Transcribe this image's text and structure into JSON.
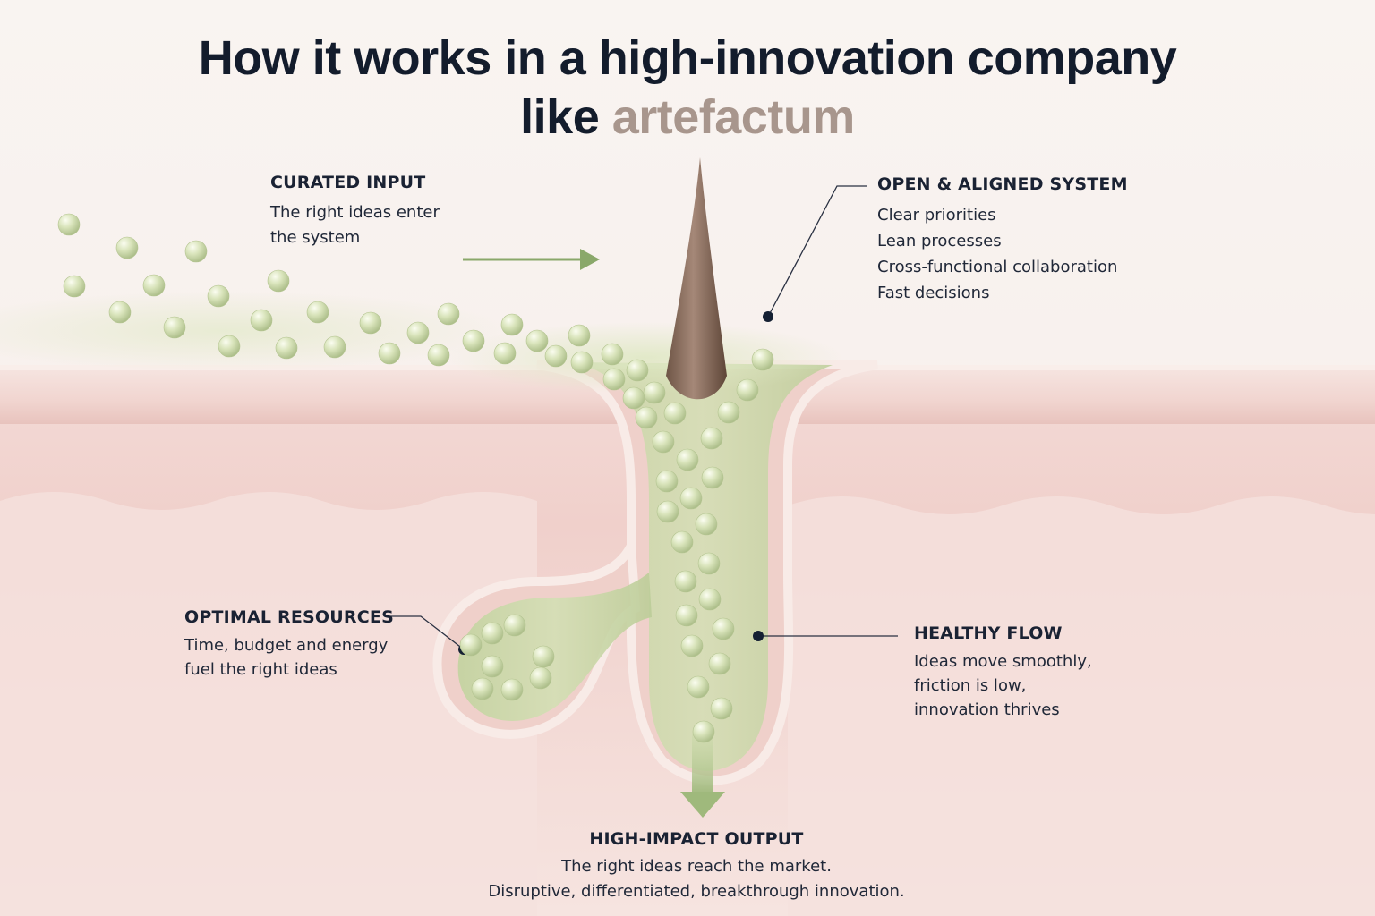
{
  "title": {
    "line1": "How it works in a high-innovation company",
    "line2_prefix": "like ",
    "brand": "artefactum"
  },
  "colors": {
    "title": "#131c2c",
    "brand": "#a8968d",
    "tissue": "#f2d6d2",
    "channel_green": "#c6d6a4",
    "sphere": "#cfdcae",
    "arrow": "#8aa86a",
    "spike": "#8c6d5c"
  },
  "sections": {
    "curated_input": {
      "heading": "CURATED INPUT",
      "lines": [
        "The right ideas enter",
        "the system"
      ]
    },
    "open_aligned": {
      "heading": "OPEN & ALIGNED SYSTEM",
      "lines": [
        "Clear priorities",
        "Lean processes",
        "Cross-functional collaboration",
        "Fast decisions"
      ]
    },
    "optimal_resources": {
      "heading": "OPTIMAL RESOURCES",
      "lines": [
        "Time, budget and energy",
        "fuel the right ideas"
      ]
    },
    "healthy_flow": {
      "heading": "HEALTHY FLOW",
      "lines": [
        "Ideas move smoothly,",
        "friction is low,",
        "innovation thrives"
      ]
    },
    "high_impact": {
      "heading": "HIGH-IMPACT OUTPUT",
      "lines": [
        "The right ideas reach the market.",
        "Disruptive, differentiated, breakthrough innovation."
      ]
    }
  }
}
